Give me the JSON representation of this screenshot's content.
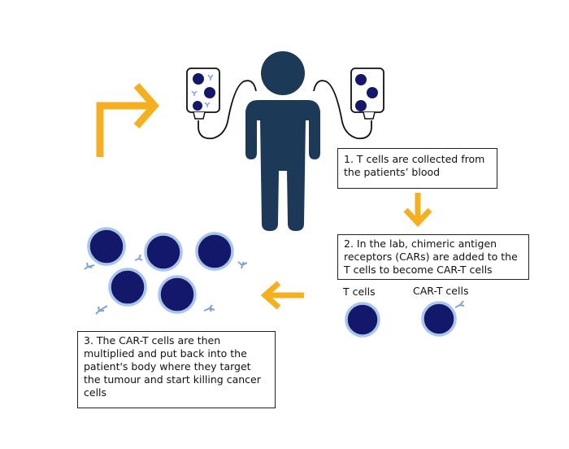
{
  "steps": {
    "step1": "1. T cells are collected from the patients’ blood",
    "step2": "2. In the lab, chimeric antigen receptors (CARs) are added to the T cells to become CAR-T cells",
    "step3": "3. The CAR-T cells are then multiplied and put back into the patient's body where they target the tumour and start killing cancer cells"
  },
  "labels": {
    "t_cells": "T cells",
    "car_t_cells": "CAR-T cells"
  },
  "colors": {
    "arrow": "#f5b021",
    "person": "#1c3a58",
    "cell_fill": "#14186a",
    "cell_ring": "#a9c5ec",
    "receptor": "#7fa2d4",
    "outline": "#222222"
  },
  "icons": {
    "person": "person-icon",
    "blood_bag": "iv-bag-icon",
    "arrow": "arrow-icon"
  }
}
